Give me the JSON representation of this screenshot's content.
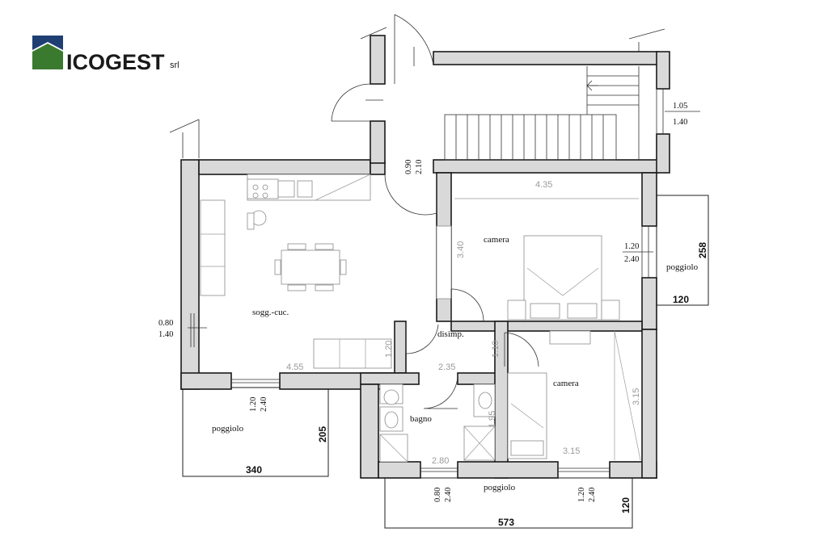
{
  "logo": {
    "name": "ICOGEST",
    "suffix": "srl",
    "colors": {
      "roof": "#1f3f73",
      "field": "#3a7a2e"
    }
  },
  "rooms": {
    "living": "sogg.-cuc.",
    "bedroom1": "camera",
    "bedroom2": "camera",
    "hall": "disimp.",
    "bath": "bagno",
    "balcony_left": "poggiolo",
    "balcony_right": "poggiolo",
    "balcony_bottom": "poggiolo"
  },
  "room_dims": {
    "bedroom1_width": "4.35",
    "bedroom1_depth": "3.40",
    "living_width": "4.55",
    "hall_depth": "1.20",
    "hall_width": "2.35",
    "hall_depth2": "1.10",
    "bedroom2_depth": "3.15",
    "bedroom2_width": "3.15",
    "bath_width": "2.80",
    "bath_depth": "1.95"
  },
  "openings": [
    {
      "id": "stair-window",
      "w": "1.05",
      "h": "1.40"
    },
    {
      "id": "entry-door",
      "w": "0.90",
      "h": "2.10"
    },
    {
      "id": "bedroom1-window",
      "w": "1.20",
      "h": "2.40"
    },
    {
      "id": "living-window-left",
      "w": "0.80",
      "h": "1.40"
    },
    {
      "id": "living-window-bottom",
      "w": "1.20",
      "h": "2.40"
    },
    {
      "id": "bath-window",
      "w": "0.80",
      "h": "2.40"
    },
    {
      "id": "bedroom2-window",
      "w": "1.20",
      "h": "2.40"
    }
  ],
  "balcony_dims": {
    "right_depth": "258",
    "right_width": "120",
    "left_depth": "205",
    "left_width": "340",
    "bottom_width": "573",
    "bottom_depth": "120"
  }
}
